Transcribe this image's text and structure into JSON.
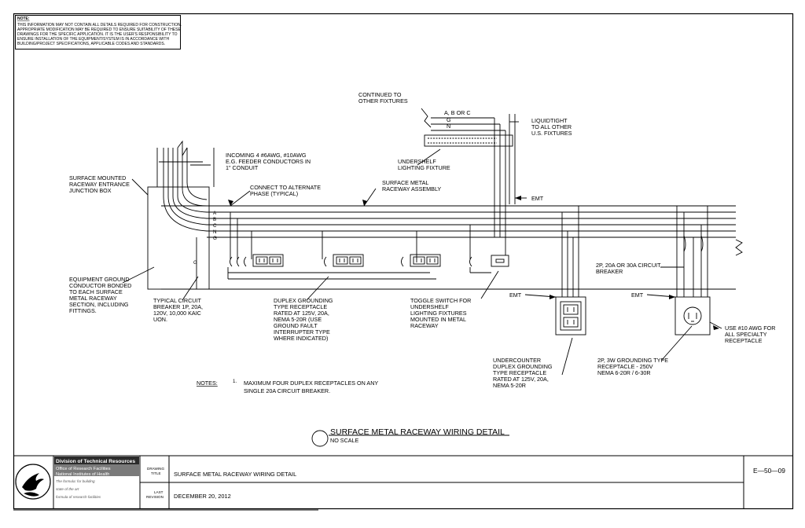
{
  "disclaimer": {
    "heading": "NOTE:",
    "lines": [
      "THIS INFORMATION MAY NOT CONTAIN ALL DETAILS REQUIRED FOR CONSTRUCTION.",
      "APPROPRIATE MODIFICATION MAY BE REQUIRED TO ENSURE SUITABILITY OF THESE",
      "DRAWINGS FOR THE SPECIFIC APPLICATION.  IT IS THE USER'S RESPONSIBILITY TO",
      "ENSURE INSTALLATION OF THE EQUIPMENT/SYSTEM IS IN ACCORDANCE WITH",
      "BUILDING/PROJECT SPECIFICATIONS, APPLICABLE CODES AND STANDARDS."
    ]
  },
  "labels": {
    "continued": [
      "CONTINUED TO",
      "OTHER FIXTURES"
    ],
    "conductor_phases": "A, B OR C",
    "g": "G",
    "n": "N",
    "liquidtight": [
      "LIQUIDTIGHT",
      "TO ALL OTHER",
      "U.S. FIXTURES"
    ],
    "undershelf_fixture": [
      "UNDERSHELF",
      "LIGHTING FIXTURE"
    ],
    "incoming": [
      "INCOMING 4 #6AWG, #10AWG",
      "E.G. FEEDER CONDUCTORS IN",
      "1\" CONDUIT"
    ],
    "surface_junction": [
      "SURFACE MOUNTED",
      "RACEWAY ENTRANCE",
      "JUNCTION BOX"
    ],
    "connect_alternate": [
      "CONNECT TO ALTERNATE",
      "PHASE (TYPICAL)"
    ],
    "surface_raceway": [
      "SURFACE METAL",
      "RACEWAY ASSEMBLY"
    ],
    "emt": "EMT",
    "bus_letters": [
      "A",
      "B",
      "C",
      "N",
      "G"
    ],
    "ground_g": "G",
    "equip_ground": [
      "EQUIPMENT GROUND",
      "CONDUCTOR BONDED",
      "TO EACH SURFACE",
      "METAL RACEWAY",
      "SECTION, INCLUDING",
      "FITTINGS."
    ],
    "typical_breaker": [
      "TYPICAL CIRCUIT",
      "BREAKER 1P, 20A,",
      "120V, 10,000 KAIC",
      "UON."
    ],
    "duplex_receptacle": [
      "DUPLEX GROUNDING",
      "TYPE RECEPTACLE",
      "RATED AT 125V, 20A,",
      "NEMA 5-20R (USE",
      "GROUND FAULT",
      "INTERRUPTER TYPE",
      "WHERE INDICATED)"
    ],
    "toggle_switch": [
      "TOGGLE SWITCH FOR",
      "UNDERSHELF",
      "LIGHTING FIXTURES",
      "MOUNTED IN METAL",
      "RACEWAY"
    ],
    "breaker_2p": [
      "2P, 20A OR 30A CIRCUIT",
      "BREAKER"
    ],
    "emt_left": "EMT",
    "emt_right": "EMT",
    "awg10": [
      "USE #10 AWG FOR",
      "ALL SPECIALTY",
      "RECEPTACLE"
    ],
    "undercounter": [
      "UNDERCOUNTER",
      "DUPLEX GROUNDING",
      "TYPE RECEPTACLE",
      "RATED AT 125V, 20A,",
      "NEMA 5-20R"
    ],
    "grounding_2p": [
      "2P, 3W GROUNDING TYPE",
      "RECEPTACLE - 250V",
      "NEMA 6-20R / 6-30R"
    ]
  },
  "notes": {
    "heading": "NOTES:",
    "number": "1.",
    "lines": [
      "MAXIMUM FOUR DUPLEX RECEPTACLES ON ANY",
      "SINGLE 20A CIRCUIT BREAKER."
    ]
  },
  "detail": {
    "title": "SURFACE METAL RACEWAY WIRING DETAIL",
    "scale": "NO SCALE"
  },
  "title_block": {
    "org_name": "Division of Technical Resources",
    "org_sub1": "Office of Research Facilities",
    "org_sub2": "National Institutes of Health",
    "formula_lines": [
      "The formula:  for building",
      "state of the art",
      "formula of research facilities"
    ],
    "drawing_title_label": [
      "DRAWING",
      "TITLE"
    ],
    "drawing_title": "SURFACE METAL RACEWAY WIRING DETAIL",
    "last_revision_label": [
      "LAST",
      "REVISION"
    ],
    "revision_date": "DECEMBER 20, 2012",
    "drawing_number": "E—50—09"
  },
  "colors": {
    "ink": "#000000",
    "paper": "#ffffff",
    "tb_dark": "#2b2b2b",
    "tb_mid": "#7a7a7a"
  },
  "icons": {
    "seal": "hhs-eagle-seal-icon"
  }
}
